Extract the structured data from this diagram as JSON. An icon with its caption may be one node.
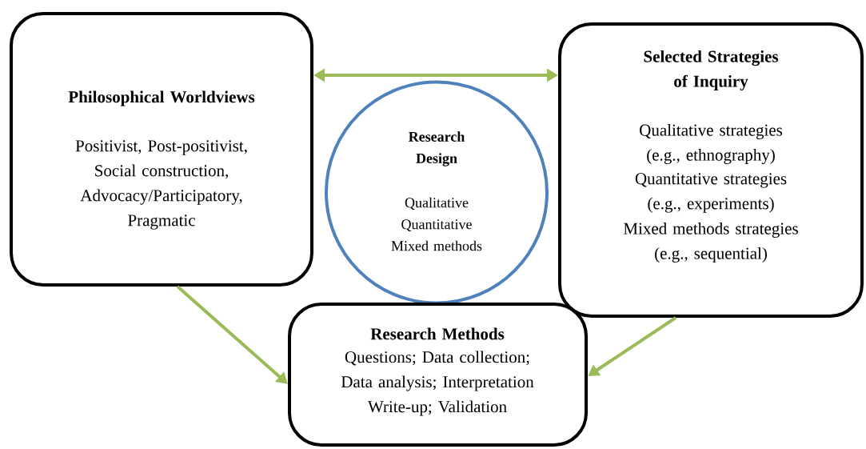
{
  "diagram": {
    "nodes": [
      {
        "text": [
          "Philosophical Worldviews",
          "Positivist, Post-positivist, Social construction, Advocacy/Participatory, Pragmatic"
        ]
      },
      {
        "text": [
          "Research Design",
          "Qualitative Quantitative Mixed methods"
        ]
      },
      {
        "text": [
          "Selected Strategies of Inquiry",
          "Qualitative strategies (e.g., ethnography)",
          "Quantitative strategies (e.g., experiments)",
          "Mixed methods strategies (e.g., sequential)"
        ]
      },
      {
        "text": [
          "Research Methods",
          "Questions; Data collection; Data analysis; Interpretation Write-up; Validation"
        ]
      }
    ],
    "edges": [
      {
        "from": 0,
        "to": 2,
        "arrow": "both"
      },
      {
        "from": 0,
        "to": 3,
        "arrow": "to"
      },
      {
        "from": 2,
        "to": 3,
        "arrow": "to"
      }
    ]
  }
}
